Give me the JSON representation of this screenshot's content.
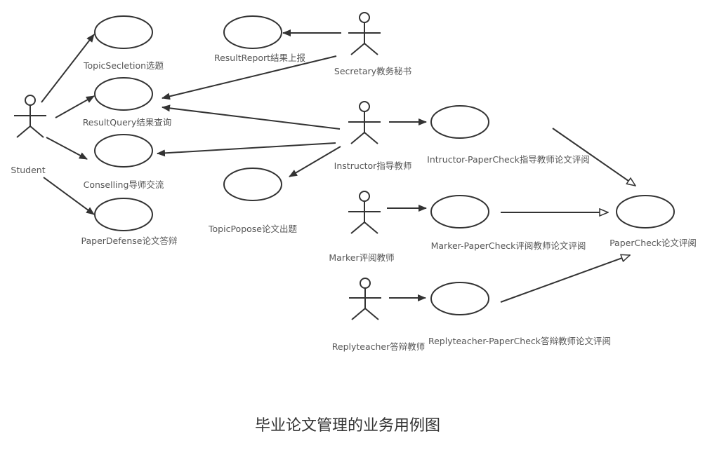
{
  "caption": "毕业论文管理的业务用例图",
  "actors": {
    "student": "Student",
    "secretary": "Secretary教务秘书",
    "instructor": "Instructor指导教师",
    "marker": "Marker评阅教师",
    "replyteacher": "Replyteacher答辩教师"
  },
  "use_cases": {
    "topic_selection": "TopicSecletion选题",
    "result_query": "ResultQuery结果查询",
    "conselling": "Conselling导师交流",
    "paper_defense": "PaperDefense论文答辩",
    "result_report": "ResultReport结果上报",
    "topic_popose": "TopicPopose论文出题",
    "instructor_papercheck": "Intructor-PaperCheck指导教师论文评阅",
    "marker_papercheck": "Marker-PaperCheck评阅教师论文评阅",
    "replyteacher_papercheck": "Replyteacher-PaperCheck答辩教师论文评阅",
    "papercheck": "PaperCheck论文评阅"
  },
  "relations": [
    {
      "from": "Student",
      "to": "TopicSecletion选题",
      "type": "association"
    },
    {
      "from": "Student",
      "to": "ResultQuery结果查询",
      "type": "association"
    },
    {
      "from": "Student",
      "to": "Conselling导师交流",
      "type": "association"
    },
    {
      "from": "Student",
      "to": "PaperDefense论文答辩",
      "type": "association"
    },
    {
      "from": "Secretary教务秘书",
      "to": "ResultReport结果上报",
      "type": "association"
    },
    {
      "from": "Secretary教务秘书",
      "to": "ResultQuery结果查询",
      "type": "association"
    },
    {
      "from": "Instructor指导教师",
      "to": "ResultQuery结果查询",
      "type": "association"
    },
    {
      "from": "Instructor指导教师",
      "to": "Conselling导师交流",
      "type": "association"
    },
    {
      "from": "Instructor指导教师",
      "to": "TopicPopose论文出题",
      "type": "association"
    },
    {
      "from": "Instructor指导教师",
      "to": "Intructor-PaperCheck指导教师论文评阅",
      "type": "association"
    },
    {
      "from": "Marker评阅教师",
      "to": "Marker-PaperCheck评阅教师论文评阅",
      "type": "association"
    },
    {
      "from": "Replyteacher答辩教师",
      "to": "Replyteacher-PaperCheck答辩教师论文评阅",
      "type": "association"
    },
    {
      "from": "Intructor-PaperCheck指导教师论文评阅",
      "to": "PaperCheck论文评阅",
      "type": "generalization"
    },
    {
      "from": "Marker-PaperCheck评阅教师论文评阅",
      "to": "PaperCheck论文评阅",
      "type": "generalization"
    },
    {
      "from": "Replyteacher-PaperCheck答辩教师论文评阅",
      "to": "PaperCheck论文评阅",
      "type": "generalization"
    }
  ]
}
